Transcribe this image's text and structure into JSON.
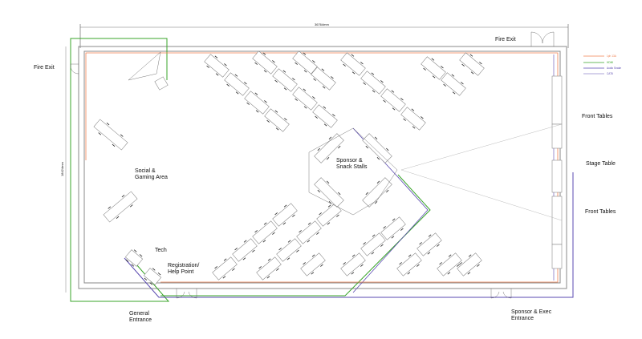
{
  "dimensions": {
    "width": "36764mm",
    "height": "18424mm"
  },
  "areas": {
    "fire_exit_left": "Fire Exit",
    "fire_exit_right": "Fire Exit",
    "social": "Social &\nGaming Area",
    "sponsor_stalls": "Sponsor &\nSnack Stalls",
    "tech": "Tech",
    "registration": "Registration/\nHelp Point",
    "general_entrance": "General\nEntrance",
    "front_tables_top": "Front Tables",
    "front_tables_bottom": "Front Tables",
    "stage_table": "Stage Table",
    "exec_entrance": "Sponsor & Exec\nEntrance"
  },
  "legend": [
    {
      "label": "1ph 13A",
      "color": "#f08050"
    },
    {
      "label": "HDMI",
      "color": "#3aa52a"
    },
    {
      "label": "Audio Snake",
      "color": "#5a4ab0"
    },
    {
      "label": "CAT6",
      "color": "#5a4ab0"
    }
  ],
  "colors": {
    "power": "#f08050",
    "hdmi": "#3aa52a",
    "audio": "#5a4ab0",
    "annotation_blue": "#2a2ae0",
    "annotation_purple": "#a020c0"
  }
}
